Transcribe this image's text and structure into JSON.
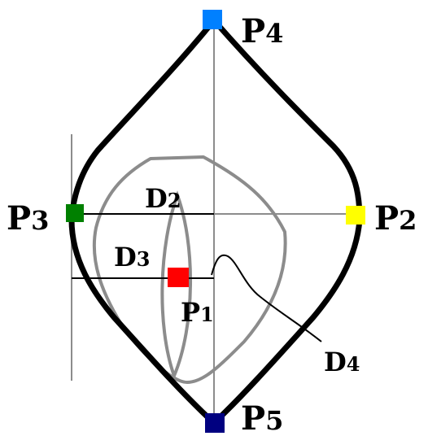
{
  "points": {
    "p1": {
      "label": "P",
      "sub": "1",
      "color": "#ff0000"
    },
    "p2": {
      "label": "P",
      "sub": "2",
      "color": "#ffff00"
    },
    "p3": {
      "label": "P",
      "sub": "3",
      "color": "#008000"
    },
    "p4": {
      "label": "P",
      "sub": "4",
      "color": "#0080ff"
    },
    "p5": {
      "label": "P",
      "sub": "5",
      "color": "#000080"
    }
  },
  "distances": {
    "d2": {
      "label": "D",
      "sub": "2"
    },
    "d3": {
      "label": "D",
      "sub": "3"
    },
    "d4": {
      "label": "D",
      "sub": "4"
    }
  },
  "colors": {
    "outline": "#000000",
    "shape": "#8c8c8c",
    "guide": "#8c8c8c"
  }
}
